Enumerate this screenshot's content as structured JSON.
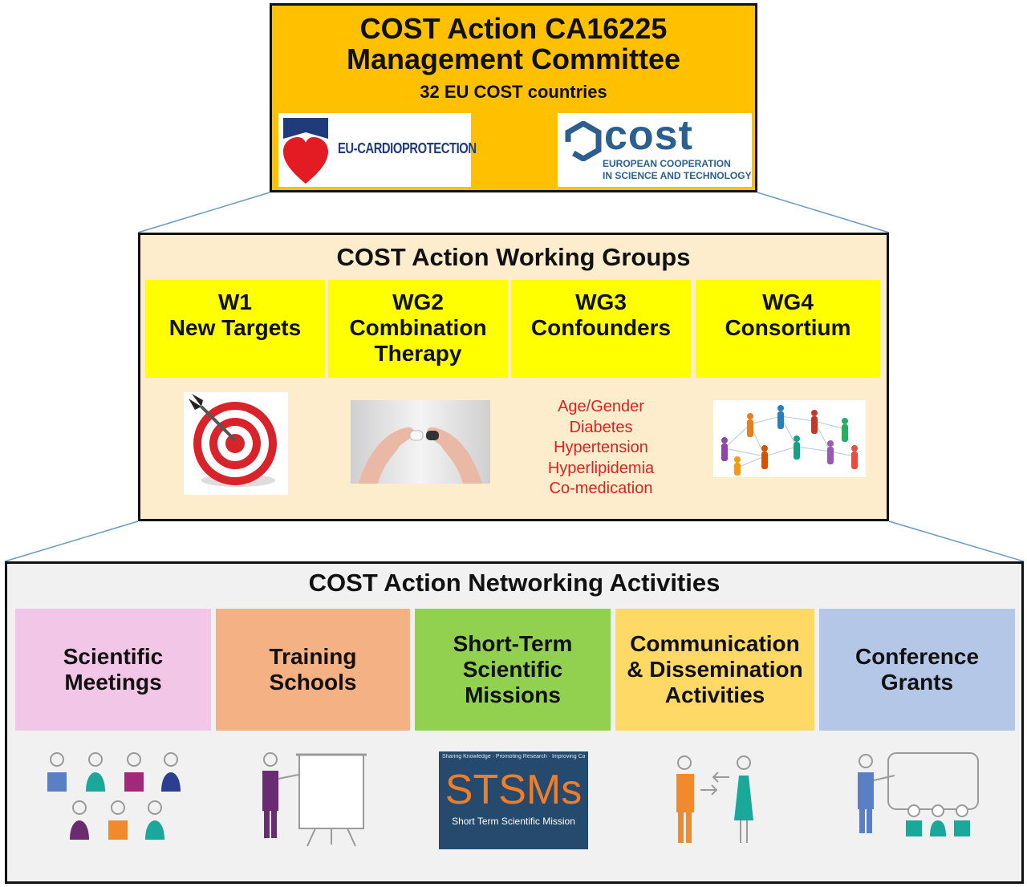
{
  "management": {
    "title_line1": "COST Action CA16225",
    "title_line2": "Management Committee",
    "subtitle": "32 EU COST countries",
    "logo_left_text": "EU-CARDIOPROTECTION",
    "logo_right_main": "cost",
    "logo_right_sub1": "EUROPEAN COOPERATION",
    "logo_right_sub2": "IN SCIENCE AND TECHNOLOGY"
  },
  "working_groups": {
    "title": "COST Action  Working Groups",
    "groups": [
      {
        "code": "W1",
        "name": "New Targets",
        "name2": ""
      },
      {
        "code": "WG2",
        "name": "Combination",
        "name2": "Therapy"
      },
      {
        "code": "WG3",
        "name": "Confounders",
        "name2": ""
      },
      {
        "code": "WG4",
        "name": "Consortium",
        "name2": ""
      }
    ],
    "confounders": [
      "Age/Gender",
      "Diabetes",
      "Hypertension",
      "Hyperlipidemia",
      "Co-medication"
    ]
  },
  "networking": {
    "title": "COST Action  Networking  Activities",
    "activities": [
      {
        "line1": "Scientific",
        "line2": "Meetings",
        "line3": "",
        "color": "#f2c6e6"
      },
      {
        "line1": "Training",
        "line2": "Schools",
        "line3": "",
        "color": "#f4b183"
      },
      {
        "line1": "Short-Term",
        "line2": "Scientific",
        "line3": "Missions",
        "color": "#92d050"
      },
      {
        "line1": "Communication",
        "line2": "& Dissemination",
        "line3": "Activities",
        "color": "#ffd966"
      },
      {
        "line1": "Conference",
        "line2": "Grants",
        "line3": "",
        "color": "#b4c7e7"
      }
    ],
    "stsm": {
      "header": "Sharing Knowledge · Promoting Research · Improving Care",
      "big": "STSMs",
      "sub": "Short Term Scientific Mission"
    }
  },
  "colors": {
    "management_bg": "#ffc000",
    "working_groups_bg": "#fdedcc",
    "wg_cell": "#ffff00",
    "confounders_text": "#dd2222",
    "networking_bg": "#f1f1f1"
  }
}
